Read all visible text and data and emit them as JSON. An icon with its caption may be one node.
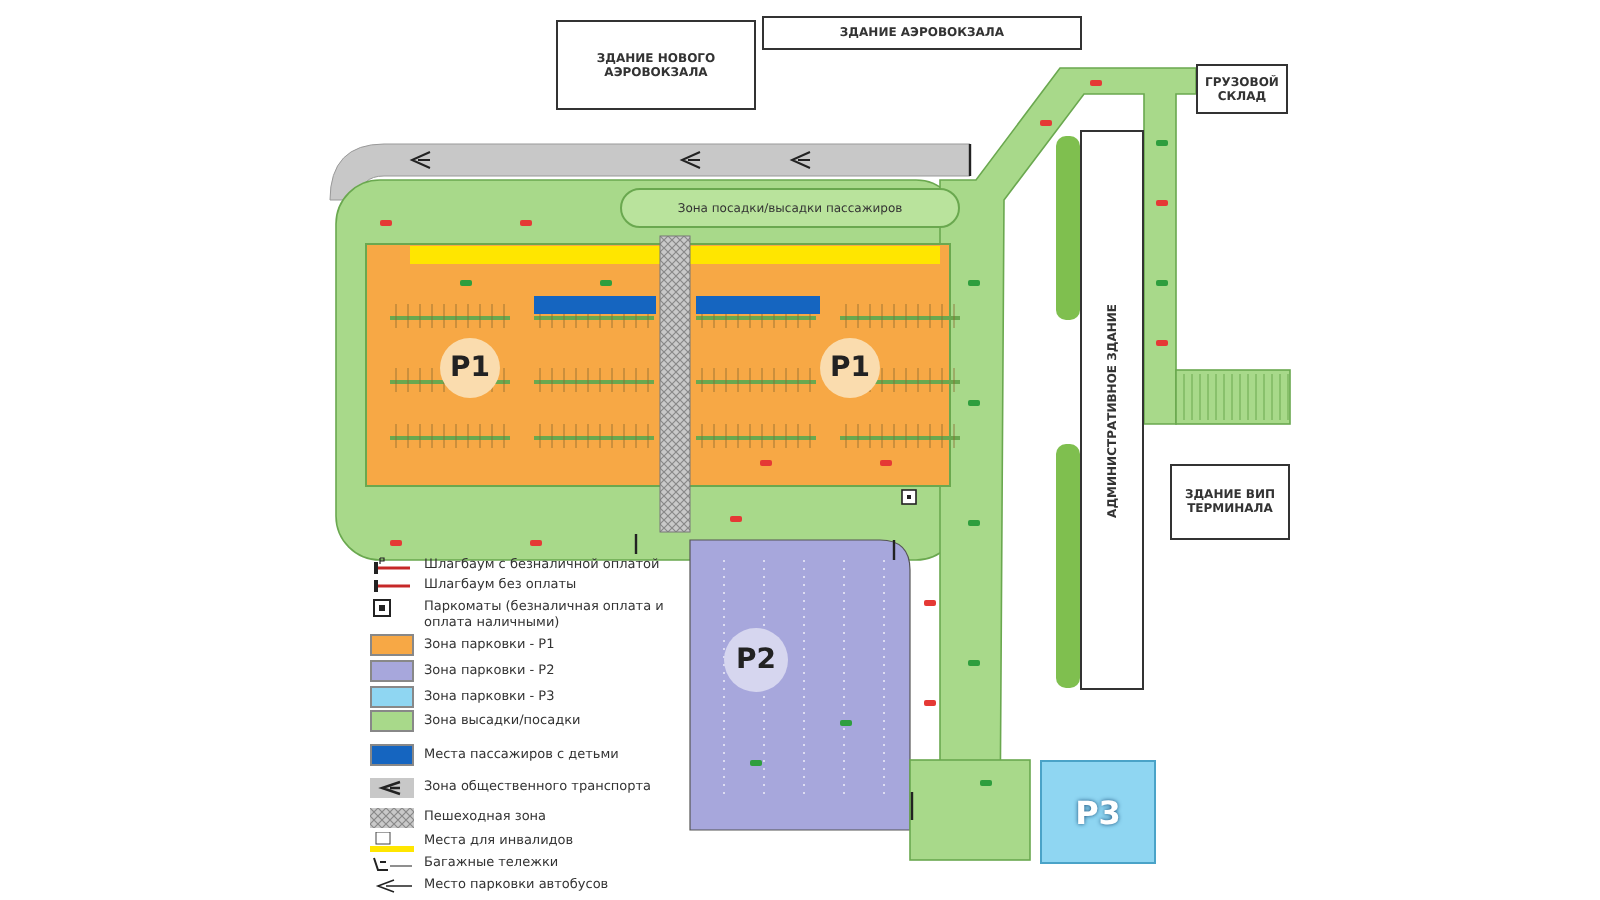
{
  "diagram": {
    "nodes": [
      {
        "text": [
          "ЗДАНИЕ НОВОГО АЭРОВОКЗАЛА"
        ]
      },
      {
        "text": [
          "ЗДАНИЕ АЭРОВОКЗАЛА"
        ]
      },
      {
        "text": [
          "ГРУЗОВОЙ СКЛАД"
        ]
      },
      {
        "text": [
          "Зона посадки/высадки пассажиров"
        ]
      },
      {
        "text": [
          "P1"
        ]
      },
      {
        "text": [
          "P1"
        ]
      },
      {
        "text": [
          "АДМИНИСТРАТИВНОЕ ЗДАНИЕ"
        ]
      },
      {
        "text": [
          "ЗДАНИЕ ВИП ТЕРМИНАЛА"
        ]
      },
      {
        "text": [
          "P2"
        ]
      },
      {
        "text": [
          "P3"
        ]
      }
    ],
    "legend": [
      {
        "text": "Шлагбаум с безналичной оплатой"
      },
      {
        "text": "Шлагбаум без оплаты"
      },
      {
        "text": "Паркоматы (безналичная оплата и оплата наличными)"
      },
      {
        "text": "Зона парковки - P1",
        "color": "#f7a845"
      },
      {
        "text": "Зона парковки - P2",
        "color": "#a7a7dc"
      },
      {
        "text": "Зона парковки - P3",
        "color": "#8fd6f2"
      },
      {
        "text": "Зона высадки/посадки",
        "color": "#a8d98a"
      },
      {
        "text": "Места пассажиров с детьми",
        "color": "#1565c0"
      },
      {
        "text": "Зона общественного транспорта"
      },
      {
        "text": "Пешеходная зона"
      },
      {
        "text": "Места для инвалидов"
      },
      {
        "text": "Багажные тележки"
      },
      {
        "text": "Место парковки автобусов"
      }
    ]
  }
}
